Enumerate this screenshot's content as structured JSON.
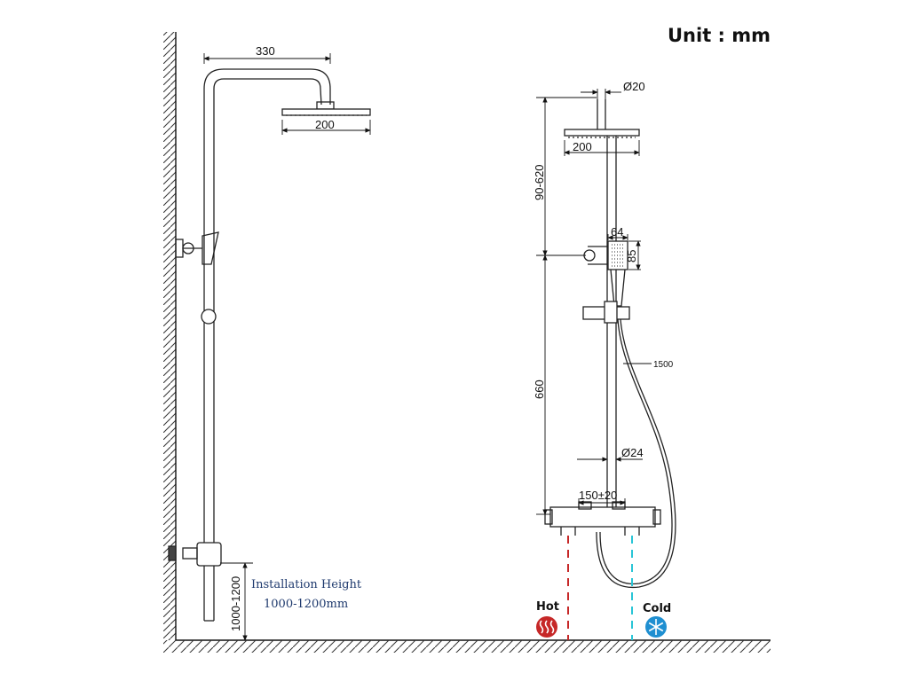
{
  "unit_label": "Unit : mm",
  "side_view": {
    "arm_length": "330",
    "head_width": "200",
    "install_height_dim": "1000-1200",
    "install_title": "Installation Height",
    "install_value": "1000-1200mm"
  },
  "front_view": {
    "top_pipe_diameter": "Ø20",
    "head_width": "200",
    "upper_height": "90-620",
    "handset_width": "64",
    "handset_height": "85",
    "hose_length": "1500",
    "lower_height": "660",
    "bar_diameter": "Ø24",
    "inlet_spacing": "150±20"
  },
  "inlets": {
    "hot_label": "Hot",
    "cold_label": "Cold",
    "hot_color": "#c62828",
    "cold_color": "#29c5d6",
    "hot_icon": "heat-waves-icon",
    "cold_icon": "snowflake-icon"
  }
}
